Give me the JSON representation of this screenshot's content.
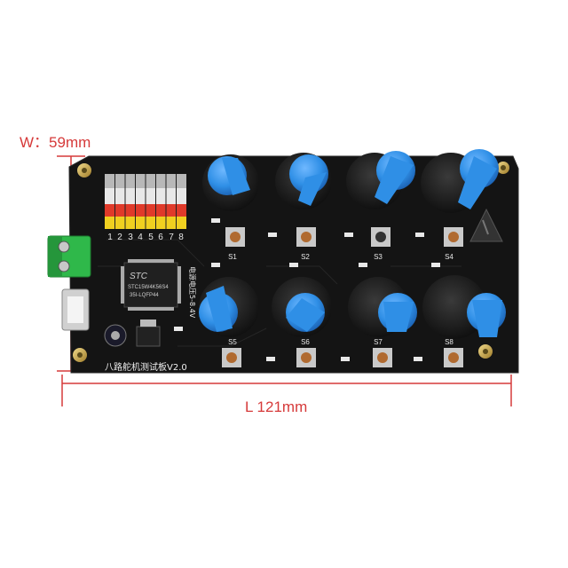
{
  "dimensions": {
    "width_label": "W：59mm",
    "length_label": "L 121mm",
    "line_color": "#d63a3a"
  },
  "board": {
    "silkscreen_title": "八路舵机测试板V2.0",
    "channel_numbers": [
      "1",
      "2",
      "3",
      "4",
      "5",
      "6",
      "7",
      "8"
    ],
    "switch_labels_top": [
      "S1",
      "S2",
      "S3",
      "S4"
    ],
    "switch_labels_bottom": [
      "S5",
      "S6",
      "S7",
      "S8"
    ],
    "voltage_label": "电源电压5-8.4V",
    "chip_brand": "STC",
    "chip_model": "STC15W4K56S4",
    "chip_package": "35I-LQFP44",
    "pcb_color": "#141414",
    "knob_color": "#2f8fe6",
    "terminal_color": "#2fb84a"
  }
}
